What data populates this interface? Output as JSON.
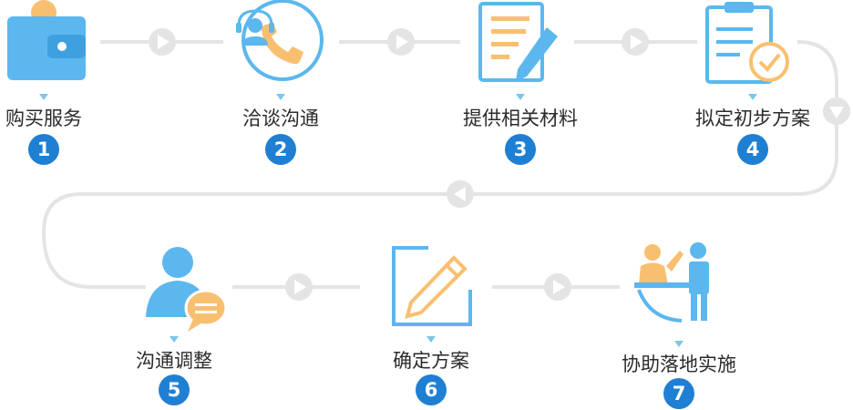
{
  "steps": [
    {
      "label": "购买服务",
      "number": "1",
      "icon": "wallet-icon"
    },
    {
      "label": "洽谈沟通",
      "number": "2",
      "icon": "customer-service-phone-icon"
    },
    {
      "label": "提供相关材料",
      "number": "3",
      "icon": "document-pen-icon"
    },
    {
      "label": "拟定初步方案",
      "number": "4",
      "icon": "clipboard-check-icon"
    },
    {
      "label": "沟通调整",
      "number": "5",
      "icon": "user-chat-icon"
    },
    {
      "label": "确定方案",
      "number": "6",
      "icon": "edit-pencil-icon"
    },
    {
      "label": "协助落地实施",
      "number": "7",
      "icon": "service-desk-icon"
    }
  ],
  "colors": {
    "badge": "#1f7fd3",
    "icon_blue": "#5bb7ee",
    "icon_orange": "#f9bf70",
    "connector": "#e4e4e4",
    "marker": "#7cc6ea",
    "text": "#2b2b2b"
  }
}
